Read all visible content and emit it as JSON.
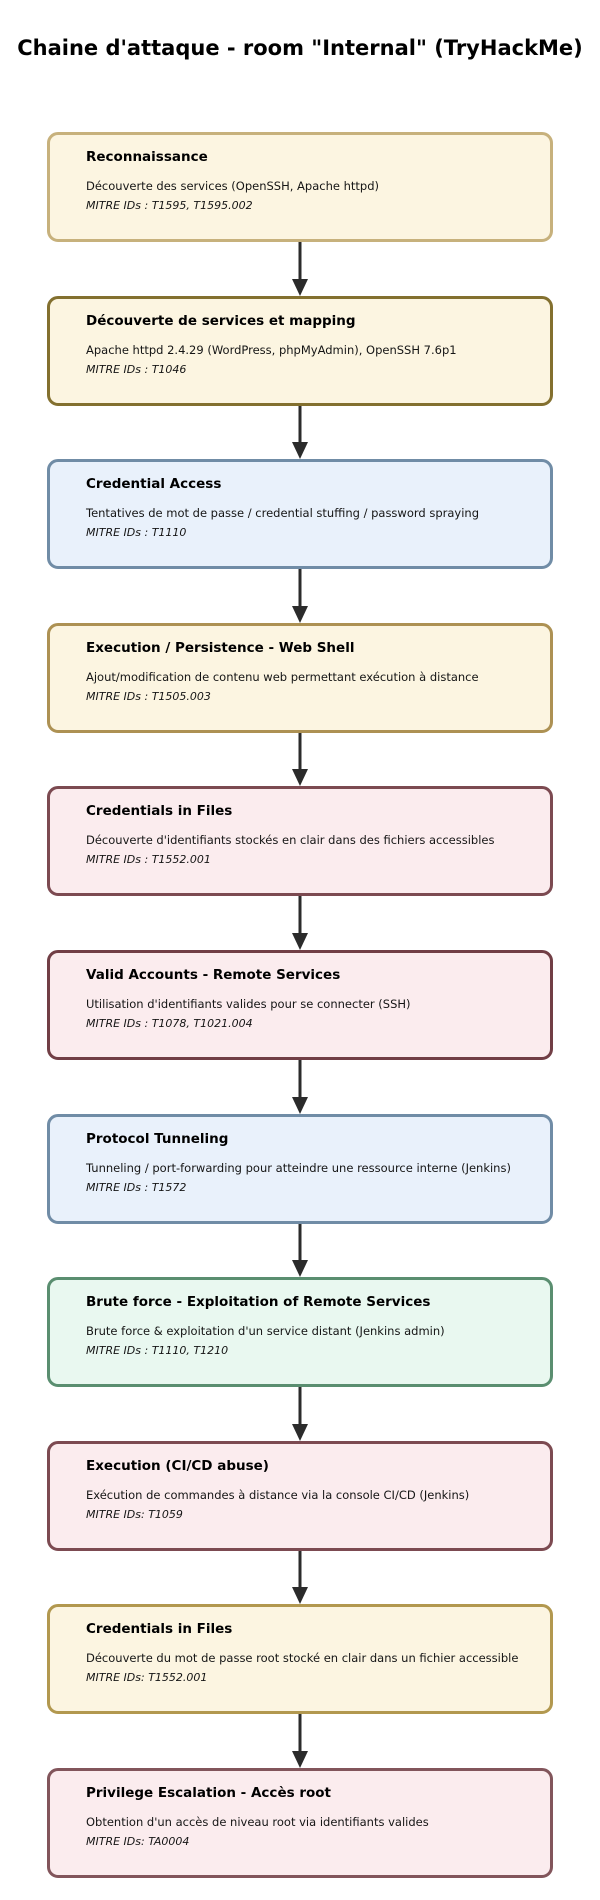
{
  "page_title": "Chaine d'attaque - room \"Internal\" (TryHackMe)",
  "arrow_color": "#2b2b2b",
  "nodes": [
    {
      "title": "Reconnaissance",
      "desc": "Découverte des services (OpenSSH, Apache httpd)",
      "mitre": "MITRE IDs : T1595, T1595.002",
      "bg": "#fcf5e1",
      "border": "#c7b17c"
    },
    {
      "title": "Découverte de services et mapping",
      "desc": "Apache httpd 2.4.29 (WordPress, phpMyAdmin), OpenSSH 7.6p1",
      "mitre": "MITRE IDs : T1046",
      "bg": "#fcf5e1",
      "border": "#83702f"
    },
    {
      "title": "Credential Access",
      "desc": "Tentatives de mot de passe / credential stuffing / password spraying",
      "mitre": "MITRE IDs : T1110",
      "bg": "#e9f1fb",
      "border": "#708ca6"
    },
    {
      "title": "Execution / Persistence - Web Shell",
      "desc": "Ajout/modification de contenu web permettant exécution à distance",
      "mitre": "MITRE IDs : T1505.003",
      "bg": "#fcf5e1",
      "border": "#ad9153"
    },
    {
      "title": "Credentials in Files",
      "desc": "Découverte d'identifiants stockés en clair dans des fichiers accessibles",
      "mitre": "MITRE IDs : T1552.001",
      "bg": "#fbecee",
      "border": "#7c4a51"
    },
    {
      "title": "Valid Accounts - Remote Services",
      "desc": "Utilisation d'identifiants valides pour se connecter (SSH)",
      "mitre": "MITRE IDs : T1078, T1021.004",
      "bg": "#fbecee",
      "border": "#713e45"
    },
    {
      "title": "Protocol Tunneling",
      "desc": "Tunneling / port-forwarding pour atteindre une ressource interne (Jenkins)",
      "mitre": "MITRE IDs : T1572",
      "bg": "#e9f1fb",
      "border": "#708ca6"
    },
    {
      "title": "Brute force - Exploitation of Remote Services",
      "desc": "Brute force & exploitation d'un service distant (Jenkins admin)",
      "mitre": "MITRE IDs : T1110, T1210",
      "bg": "#e9f8f0",
      "border": "#5a8e70"
    },
    {
      "title": "Execution (CI/CD abuse)",
      "desc": "Exécution de commandes à distance via la console CI/CD (Jenkins)",
      "mitre": "MITRE IDs: T1059",
      "bg": "#fbecee",
      "border": "#7c4a51"
    },
    {
      "title": "Credentials in Files",
      "desc": "Découverte du mot de passe root stocké en clair dans un fichier accessible",
      "mitre": "MITRE IDs: T1552.001",
      "bg": "#fcf5e1",
      "border": "#b2984f"
    },
    {
      "title": "Privilege Escalation - Accès root",
      "desc": "Obtention d'un accès de niveau root via identifiants valides",
      "mitre": "MITRE IDs: TA0004",
      "bg": "#fbecee",
      "border": "#82555b"
    }
  ]
}
